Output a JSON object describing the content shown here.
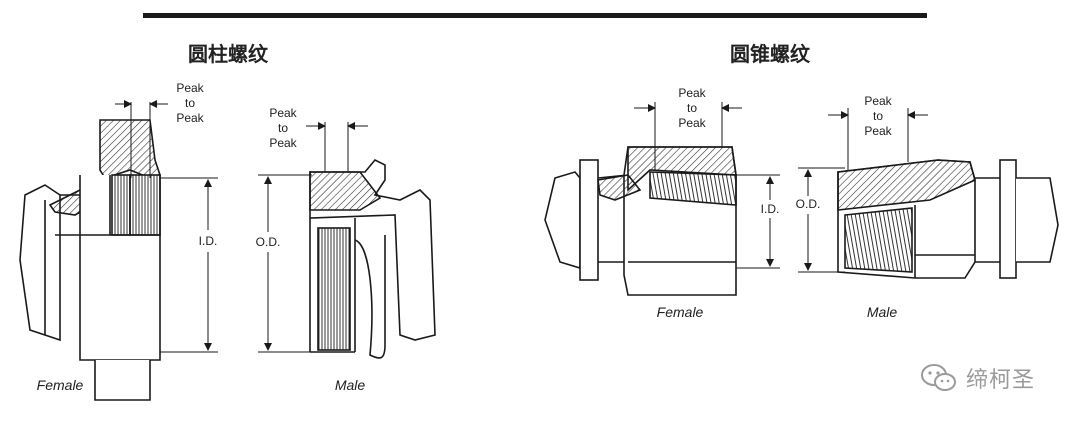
{
  "headings": {
    "parallel": "圆柱螺纹",
    "tapered": "圆锥螺纹"
  },
  "labels": {
    "peak_to_peak": [
      "Peak",
      "to",
      "Peak"
    ],
    "id": "I.D.",
    "od": "O.D.",
    "female": "Female",
    "male": "Male"
  },
  "watermark": {
    "text": "缔柯圣",
    "icon": "wechat-icon"
  },
  "colors": {
    "line": "#1a1a1a",
    "hatch": "#333333",
    "watermark": "#9a9a9a"
  }
}
